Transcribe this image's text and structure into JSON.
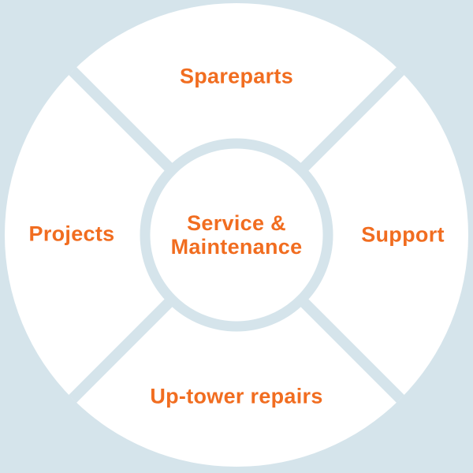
{
  "diagram": {
    "type": "circular-segmented-wheel",
    "center": {
      "line1": "Service &",
      "line2": "Maintenance"
    },
    "segments": [
      {
        "position": "top",
        "label": "Spareparts"
      },
      {
        "position": "right",
        "label": "Support"
      },
      {
        "position": "bottom",
        "label": "Up-tower repairs"
      },
      {
        "position": "left",
        "label": "Projects"
      }
    ],
    "colors": {
      "background": "#d5e4eb",
      "wheel": "#ffffff",
      "divider": "#d5e4eb",
      "text": "#f16d20"
    }
  }
}
